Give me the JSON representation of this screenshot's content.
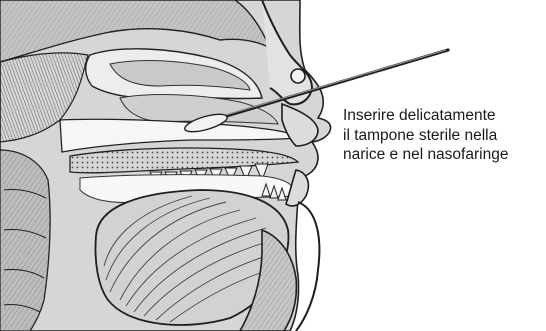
{
  "caption": {
    "lines": [
      "Inserire delicatamente",
      "il tampone sterile nella",
      "narice e nel nasofaringe"
    ]
  },
  "illustration": {
    "subject": "sagittal-head-section-with-nasal-swab",
    "colors": {
      "ink": "#1e1e1e",
      "tissue_light": "#e4e4e4",
      "tissue_mid": "#b9b9b9",
      "tissue_dark": "#8a8a8a",
      "swab_tip": "#f2f2f2"
    }
  }
}
